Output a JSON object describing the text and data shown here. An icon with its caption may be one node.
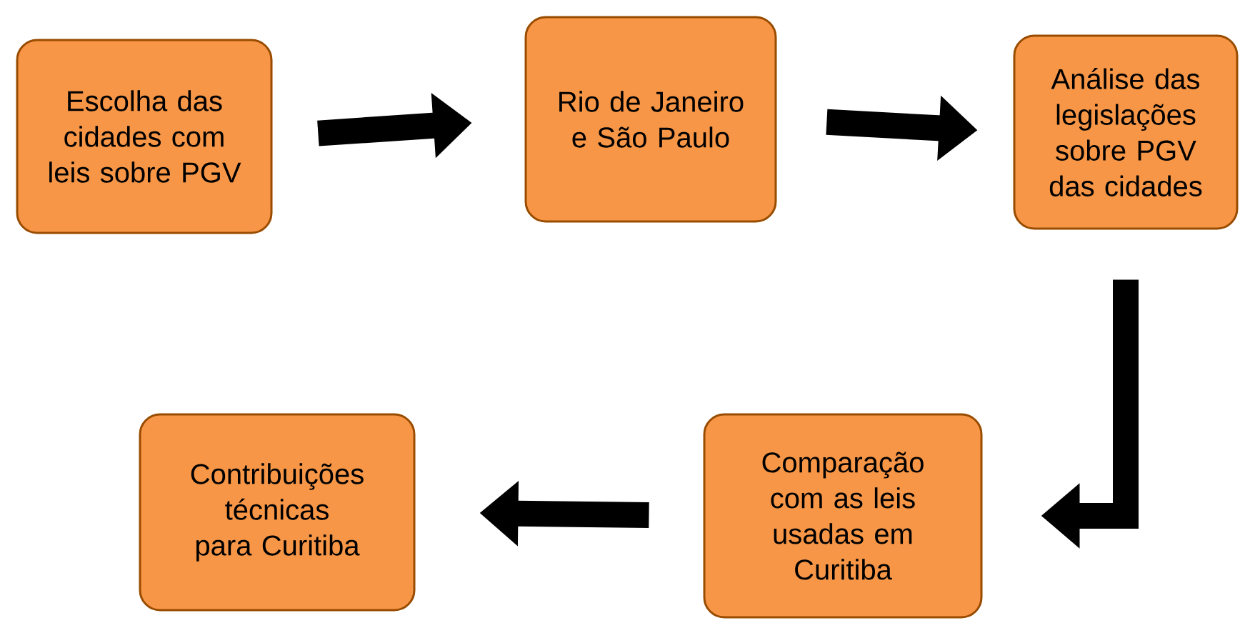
{
  "diagram": {
    "nodes": [
      {
        "text": [
          "Escolha das cidades com leis sobre PGV"
        ]
      },
      {
        "text": [
          "Rio de Janeiro e São Paulo"
        ]
      },
      {
        "text": [
          "Análise das legislações sobre PGV das cidades"
        ]
      },
      {
        "text": [
          "Comparação com as leis usadas em Curitiba"
        ]
      },
      {
        "text": [
          "Contribuições técnicas para Curitiba"
        ]
      }
    ],
    "edges": [
      {
        "from": 0,
        "to": 1,
        "arrow": "to"
      },
      {
        "from": 1,
        "to": 2,
        "arrow": "to"
      },
      {
        "from": 2,
        "to": 3,
        "arrow": "to"
      },
      {
        "from": 3,
        "to": 4,
        "arrow": "to"
      }
    ]
  }
}
